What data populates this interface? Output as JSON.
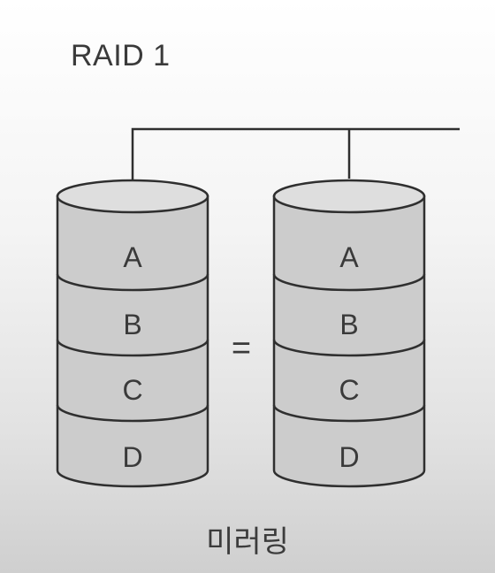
{
  "diagram": {
    "title": "RAID 1",
    "caption": "미러링",
    "relation_symbol": "=",
    "disks": [
      {
        "segments": [
          "A",
          "B",
          "C",
          "D"
        ]
      },
      {
        "segments": [
          "A",
          "B",
          "C",
          "D"
        ]
      }
    ],
    "colors": {
      "disk_fill": "#cccccc",
      "disk_top": "#dedede",
      "stroke": "#2f2f2f",
      "text": "#3a3a3a"
    }
  }
}
